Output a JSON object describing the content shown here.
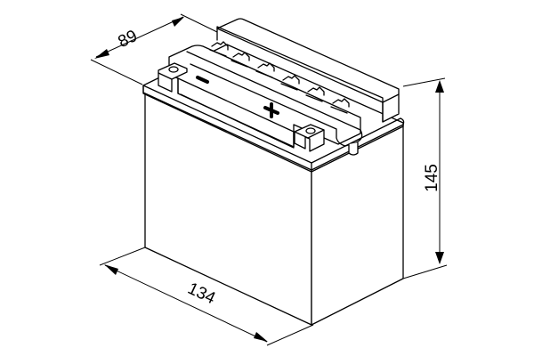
{
  "diagram": {
    "subject": "battery-isometric-outline",
    "dimensions": {
      "depth": {
        "label": "89"
      },
      "height": {
        "label": "145"
      },
      "length": {
        "label": "134"
      }
    },
    "markings": {
      "negative": "−",
      "positive": "+"
    },
    "colors": {
      "line": "#000000",
      "background": "#ffffff"
    }
  }
}
